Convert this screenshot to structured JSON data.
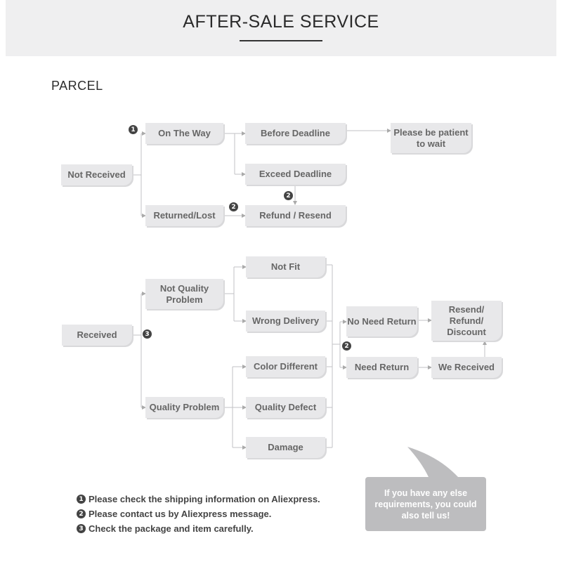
{
  "header": {
    "title": "AFTER-SALE SERVICE"
  },
  "section": {
    "title": "PARCEL"
  },
  "boxes": {
    "not_received": "Not Received",
    "on_the_way": "On The Way",
    "before_deadline": "Before Deadline",
    "please_be_patient": "Please be patient to wait",
    "exceed_deadline": "Exceed Deadline",
    "returned_lost": "Returned/Lost",
    "refund_resend": "Refund / Resend",
    "received": "Received",
    "not_quality_problem": "Not Quality Problem",
    "quality_problem": "Quality Problem",
    "not_fit": "Not Fit",
    "wrong_delivery": "Wrong Delivery",
    "color_different": "Color Different",
    "quality_defect": "Quality Defect",
    "damage": "Damage",
    "no_need_return": "No Need Return",
    "need_return": "Need Return",
    "resend_refund_discount": "Resend/ Refund/ Discount",
    "we_received": "We Received"
  },
  "badges": {
    "one": "1",
    "two": "2",
    "three": "3"
  },
  "notes": [
    {
      "badge": "1",
      "text": "Please check the shipping information on Aliexpress."
    },
    {
      "badge": "2",
      "text": "Please contact us by Aliexpress message."
    },
    {
      "badge": "3",
      "text": "Check the package and item carefully."
    }
  ],
  "bubble": {
    "text": "If you have any else requirements, you could also tell us!"
  }
}
